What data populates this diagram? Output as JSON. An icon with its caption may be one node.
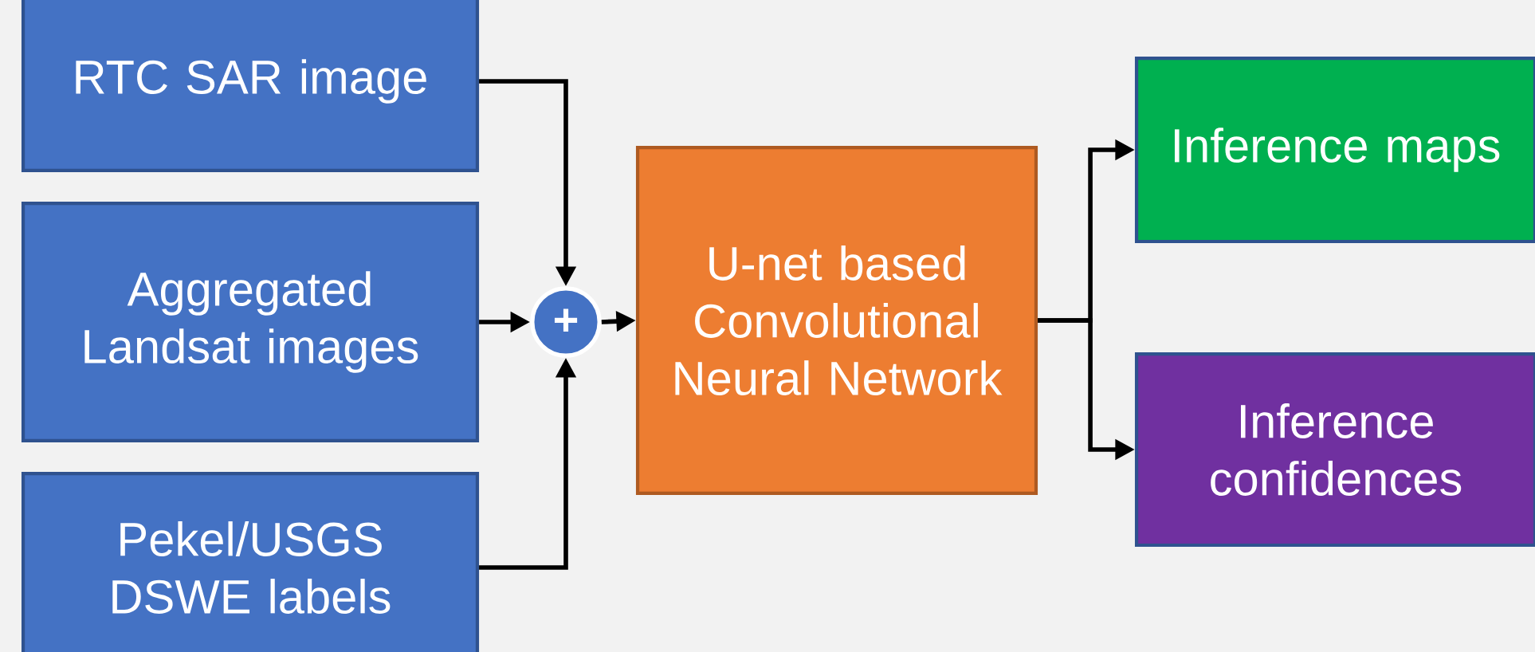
{
  "diagram": {
    "nodes": [
      {
        "text": [
          "RTC SAR image"
        ]
      },
      {
        "text": [
          "Aggregated Landsat images"
        ]
      },
      {
        "text": [
          "Pekel/USGS DSWE labels"
        ]
      },
      {
        "text": [
          "+"
        ]
      },
      {
        "text": [
          "U-net based Convolutional Neural Network"
        ]
      },
      {
        "text": [
          "Inference maps"
        ]
      },
      {
        "text": [
          "Inference confidences"
        ]
      }
    ],
    "edges": [
      {
        "from": 0,
        "to": 3,
        "arrow": "to"
      },
      {
        "from": 1,
        "to": 3,
        "arrow": "to"
      },
      {
        "from": 2,
        "to": 3,
        "arrow": "to"
      },
      {
        "from": 3,
        "to": 4,
        "arrow": "to"
      },
      {
        "from": 4,
        "to": 5,
        "arrow": "to"
      },
      {
        "from": 4,
        "to": 6,
        "arrow": "to"
      }
    ]
  }
}
